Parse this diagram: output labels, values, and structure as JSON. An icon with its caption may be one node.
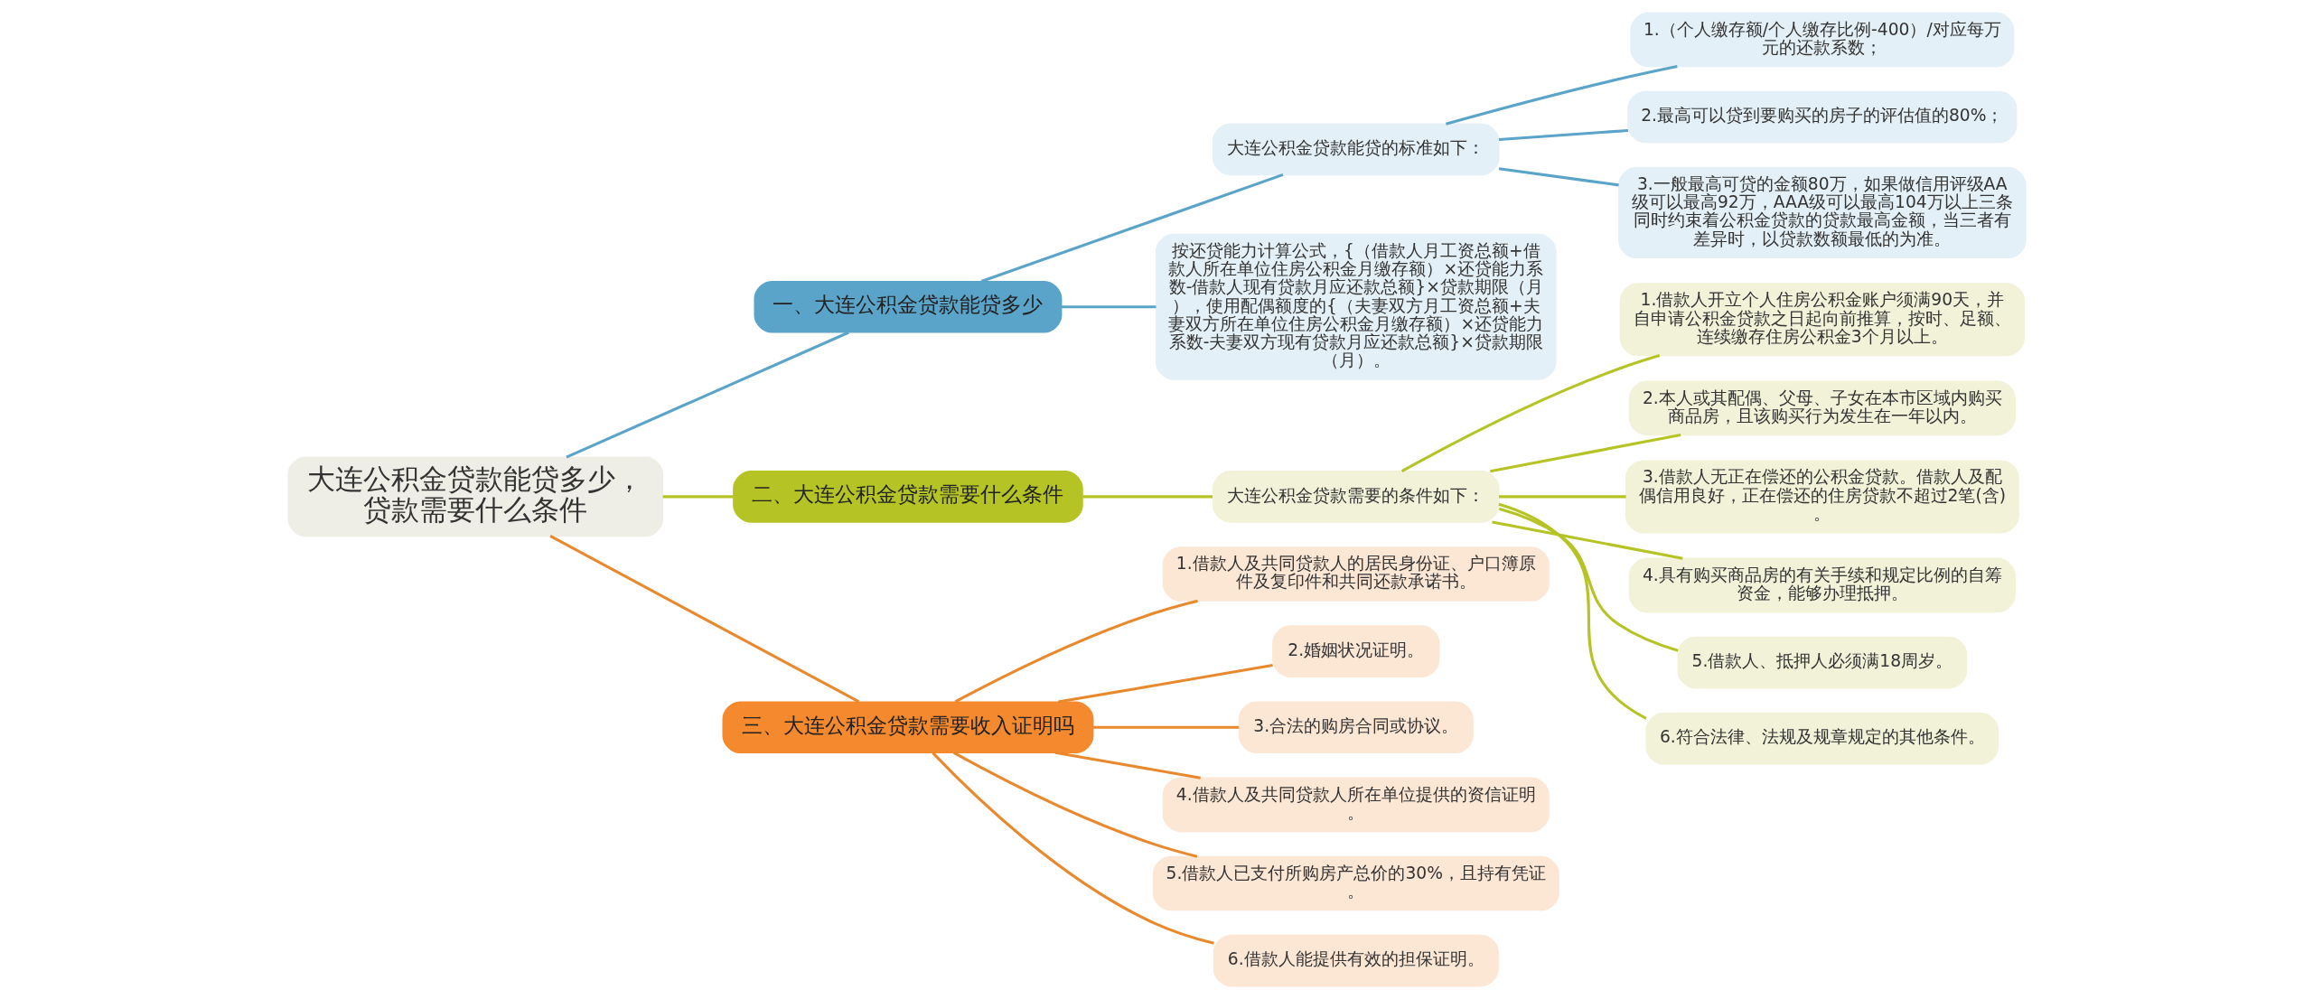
{
  "diagram": {
    "nodes": [
      {
        "text": [
          "大连公积金贷款能贷多少，贷款需要什么条件"
        ]
      },
      {
        "text": [
          "一、大连公积金贷款能贷多少"
        ]
      },
      {
        "text": [
          "大连公积金贷款能贷的标准如下："
        ]
      },
      {
        "text": [
          "1.（个人缴存额/个人缴存比例-400）/对应每万元的还款系数；"
        ]
      },
      {
        "text": [
          "2.最高可以贷到要购买的房子的评估值的80%；"
        ]
      },
      {
        "text": [
          "3.一般最高可贷的金额80万，如果做信用评级AA级可以最高92万，AAA级可以最高104万以上三条同时约束着公积金贷款的贷款最高金额，当三者有差异时，以贷款数额最低的为准。"
        ]
      },
      {
        "text": [
          "按还贷能力计算公式，{（借款人月工资总额+借款人所在单位住房公积金月缴存额）×还贷能力系数-借款人现有贷款月应还款总额}×贷款期限（月），使用配偶额度的{（夫妻双方月工资总额+夫妻双方所在单位住房公积金月缴存额）×还贷能力系数-夫妻双方现有贷款月应还款总额}×贷款期限（月）。"
        ]
      },
      {
        "text": [
          "二、大连公积金贷款需要什么条件"
        ]
      },
      {
        "text": [
          "大连公积金贷款需要的条件如下："
        ]
      },
      {
        "text": [
          "1.借款人开立个人住房公积金账户须满90天，并自申请公积金贷款之日起向前推算，按时、足额、连续缴存住房公积金3个月以上。"
        ]
      },
      {
        "text": [
          "2.本人或其配偶、父母、子女在本市区域内购买商品房，且该购买行为发生在一年以内。"
        ]
      },
      {
        "text": [
          "3.借款人无正在偿还的公积金贷款。借款人及配偶信用良好，正在偿还的住房贷款不超过2笔(含)。"
        ]
      },
      {
        "text": [
          "4.具有购买商品房的有关手续和规定比例的自筹资金，能够办理抵押。"
        ]
      },
      {
        "text": [
          "5.借款人、抵押人必须满18周岁。"
        ]
      },
      {
        "text": [
          "6.符合法律、法规及规章规定的其他条件。"
        ]
      },
      {
        "text": [
          "三、大连公积金贷款需要收入证明吗"
        ]
      },
      {
        "text": [
          "1.借款人及共同贷款人的居民身份证、户口簿原件及复印件和共同还款承诺书。"
        ]
      },
      {
        "text": [
          "2.婚姻状况证明。"
        ]
      },
      {
        "text": [
          "3.合法的购房合同或协议。"
        ]
      },
      {
        "text": [
          "4.借款人及共同贷款人所在单位提供的资信证明。"
        ]
      },
      {
        "text": [
          "5.借款人已支付所购房产总价的30%，且持有凭证。"
        ]
      },
      {
        "text": [
          "6.借款人能提供有效的担保证明。"
        ]
      }
    ],
    "edges": [
      {
        "from": 0,
        "to": 1,
        "arrow": "none",
        "color": "#5ba4c9"
      },
      {
        "from": 1,
        "to": 2,
        "arrow": "none",
        "color": "#5ba4c9"
      },
      {
        "from": 2,
        "to": 3,
        "arrow": "none",
        "color": "#5ba4c9"
      },
      {
        "from": 2,
        "to": 4,
        "arrow": "none",
        "color": "#5ba4c9"
      },
      {
        "from": 2,
        "to": 5,
        "arrow": "none",
        "color": "#5ba4c9"
      },
      {
        "from": 1,
        "to": 6,
        "arrow": "none",
        "color": "#5ba4c9"
      },
      {
        "from": 0,
        "to": 7,
        "arrow": "none"
      },
      {
        "from": 7,
        "to": 8,
        "arrow": "none"
      },
      {
        "from": 8,
        "to": 9,
        "arrow": "none"
      },
      {
        "from": 8,
        "to": 10,
        "arrow": "none"
      },
      {
        "from": 8,
        "to": 11,
        "arrow": "none"
      },
      {
        "from": 8,
        "to": 12,
        "arrow": "none"
      },
      {
        "from": 8,
        "to": 13,
        "arrow": "none"
      },
      {
        "from": 8,
        "to": 14,
        "arrow": "none"
      },
      {
        "from": 0,
        "to": 15,
        "arrow": "none",
        "color": "#e8892e"
      },
      {
        "from": 15,
        "to": 16,
        "arrow": "none",
        "color": "#e8892e"
      },
      {
        "from": 15,
        "to": 17,
        "arrow": "none",
        "color": "#e8892e"
      },
      {
        "from": 15,
        "to": 18,
        "arrow": "none",
        "color": "#e8892e"
      },
      {
        "from": 15,
        "to": 19,
        "arrow": "none",
        "color": "#e8892e"
      },
      {
        "from": 15,
        "to": 20,
        "arrow": "none",
        "color": "#e8892e"
      },
      {
        "from": 15,
        "to": 21,
        "arrow": "none",
        "color": "#e8892e"
      }
    ]
  }
}
